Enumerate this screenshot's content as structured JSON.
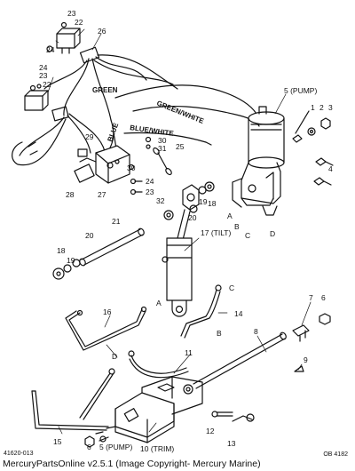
{
  "diagram": {
    "labels": {
      "n1": "1",
      "n2": "2",
      "n3": "3",
      "n4": "4",
      "n5": "5 (PUMP)",
      "n6": "6",
      "n7": "7",
      "n8": "8",
      "n9": "9",
      "n10": "10 (TRIM)",
      "n11": "11",
      "n12": "12",
      "n13": "13",
      "n14": "14",
      "n15": "15",
      "n16": "16",
      "n17": "17 (TILT)",
      "n18a": "18",
      "n18b": "18",
      "n19a": "19",
      "n19b": "19",
      "n20a": "20",
      "n20b": "20",
      "n21": "21",
      "n22a": "22",
      "n22b": "22",
      "n23a": "23",
      "n23b": "23",
      "n23c": "23",
      "n24a": "24",
      "n24b": "24",
      "n24c": "24",
      "n25": "25",
      "n26": "26",
      "n27": "27",
      "n28": "28",
      "n29": "29",
      "n30a": "30",
      "n30b": "30",
      "n31": "31",
      "n32": "32",
      "A1": "A",
      "A2": "A",
      "B1": "B",
      "B2": "B",
      "C1": "C",
      "C2": "C",
      "D1": "D",
      "D2": "D"
    },
    "wires": {
      "green": "GREEN",
      "green_white": "GREEN/WHITE",
      "blue": "BLUE",
      "blue_white": "BLUE/WHITE"
    }
  },
  "footer": {
    "fig_id_left": "41620-013",
    "fig_id_right": "OB 4182",
    "caption": "MercuryPartsOnline v2.5.1 (Image Copyright- Mercury Marine)"
  }
}
